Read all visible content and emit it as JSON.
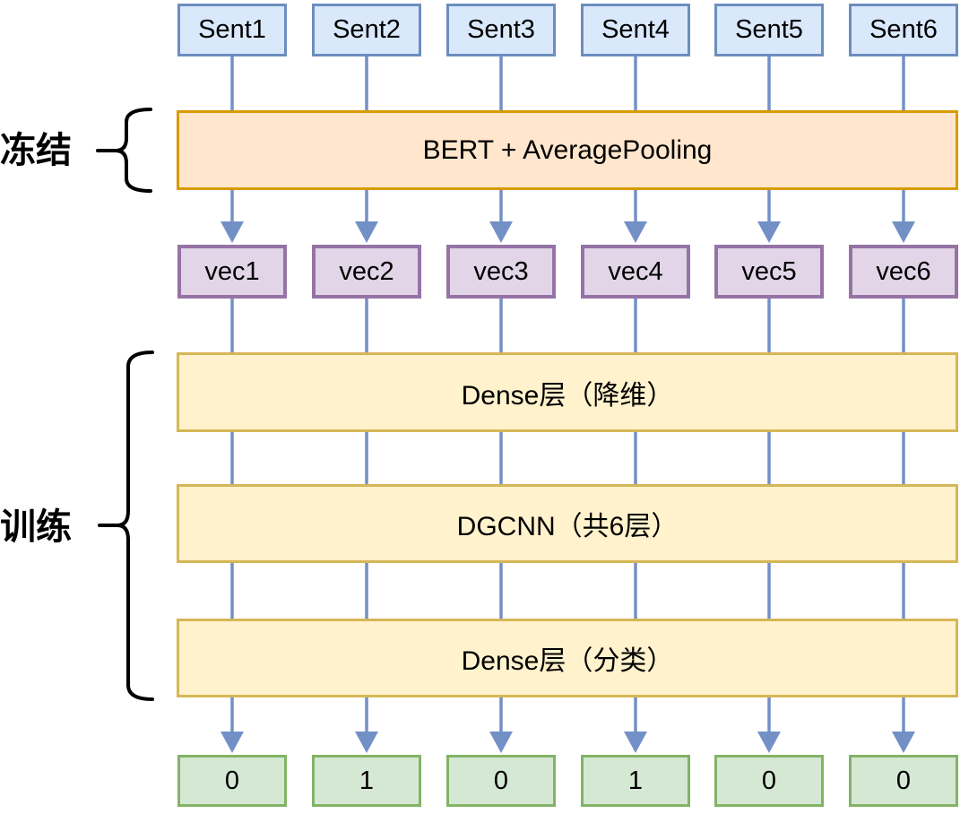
{
  "labels": {
    "frozen": "冻结",
    "train": "训练"
  },
  "nodes": {
    "inputs": [
      "Sent1",
      "Sent2",
      "Sent3",
      "Sent4",
      "Sent5",
      "Sent6"
    ],
    "encoder": "BERT + AveragePooling",
    "vectors": [
      "vec1",
      "vec2",
      "vec3",
      "vec4",
      "vec5",
      "vec6"
    ],
    "layers": [
      "Dense层（降维）",
      "DGCNN（共6层）",
      "Dense层（分类）"
    ],
    "outputs": [
      "0",
      "1",
      "0",
      "1",
      "0",
      "0"
    ]
  },
  "colors": {
    "input_fill": "#dae8fc",
    "input_border": "#6c8ebf",
    "encoder_fill": "#ffe6cc",
    "encoder_border": "#d79b00",
    "vector_fill": "#e1d5e7",
    "vector_border": "#9673a6",
    "layer_fill": "#fff2cc",
    "layer_border": "#d6b656",
    "output_fill": "#d5e8d4",
    "output_border": "#82b366",
    "connector": "#7390c6",
    "brace": "#000000"
  }
}
